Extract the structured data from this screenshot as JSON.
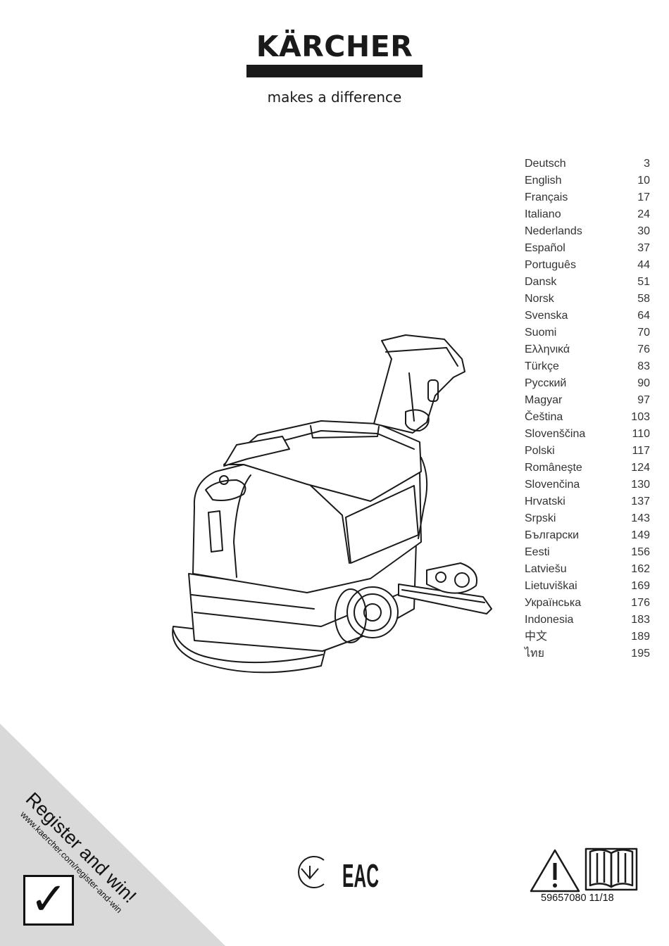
{
  "brand": {
    "name": "KÄRCHER",
    "tagline": "makes a difference"
  },
  "toc": [
    {
      "language": "Deutsch",
      "page": "3"
    },
    {
      "language": "English",
      "page": "10"
    },
    {
      "language": "Français",
      "page": "17"
    },
    {
      "language": "Italiano",
      "page": "24"
    },
    {
      "language": "Nederlands",
      "page": "30"
    },
    {
      "language": "Español",
      "page": "37"
    },
    {
      "language": "Português",
      "page": "44"
    },
    {
      "language": "Dansk",
      "page": "51"
    },
    {
      "language": "Norsk",
      "page": "58"
    },
    {
      "language": "Svenska",
      "page": "64"
    },
    {
      "language": "Suomi",
      "page": "70"
    },
    {
      "language": "Ελληνικά",
      "page": "76"
    },
    {
      "language": "Türkçe",
      "page": "83"
    },
    {
      "language": "Русский",
      "page": "90"
    },
    {
      "language": "Magyar",
      "page": "97"
    },
    {
      "language": "Čeština",
      "page": "103"
    },
    {
      "language": "Slovenščina",
      "page": "110"
    },
    {
      "language": "Polski",
      "page": "117"
    },
    {
      "language": "Româneşte",
      "page": "124"
    },
    {
      "language": "Slovenčina",
      "page": "130"
    },
    {
      "language": "Hrvatski",
      "page": "137"
    },
    {
      "language": "Srpski",
      "page": "143"
    },
    {
      "language": "Български",
      "page": "149"
    },
    {
      "language": "Eesti",
      "page": "156"
    },
    {
      "language": "Latviešu",
      "page": "162"
    },
    {
      "language": "Lietuviškai",
      "page": "169"
    },
    {
      "language": "Українська",
      "page": "176"
    },
    {
      "language": "Indonesia",
      "page": "183"
    },
    {
      "language": "中文",
      "page": "189"
    },
    {
      "language": "ไทย",
      "page": "195"
    }
  ],
  "register": {
    "title": "Register and win!",
    "url": "www.kaercher.com/register-and-win",
    "check_glyph": "✓"
  },
  "certification": {
    "eac_label": "EAC"
  },
  "footer": {
    "doc_code": "59657080  11/18"
  },
  "colors": {
    "ink": "#1a1a1a",
    "corner_gray": "#d9d9d9"
  },
  "icons": {
    "machine": "floor-scrubber-illustration",
    "certification": "ukrainian-conformity-mark-icon",
    "warning": "warning-triangle-icon",
    "manual": "open-book-icon"
  }
}
